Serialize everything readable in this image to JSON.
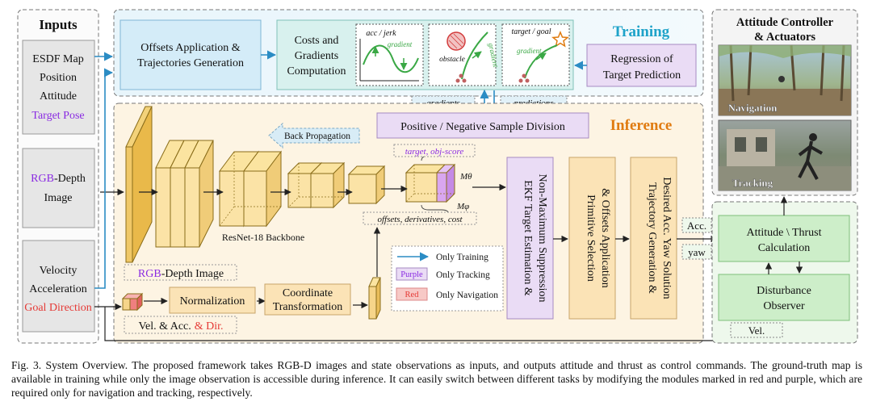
{
  "inputs": {
    "title": "Inputs",
    "box1": [
      "ESDF Map",
      "Position",
      "Attitude"
    ],
    "box1_purple": "Target Pose",
    "box2_purple": "RGB",
    "box2_rest": "-Depth",
    "box2_line2": "Image",
    "box3": [
      "Velocity",
      "Acceleration"
    ],
    "box3_red": "Goal Direction"
  },
  "training": {
    "title": "Training",
    "offsets_line1": "Offsets Application &",
    "offsets_line2": "Trajectories Generation",
    "costs_line1": "Costs and",
    "costs_line2": "Gradients",
    "costs_line3": "Computation",
    "plot1_label": "acc / jerk",
    "plot1_gradient": "gradient",
    "plot2_obstacle": "obstacle",
    "plot2_gradient": "gradient",
    "plot3_label": "target / goal",
    "plot3_gradient": "gradient",
    "regression_line1": "Regression of",
    "regression_line2": "Target Prediction",
    "tag_gradients": "gradients",
    "tag_predictions": "predictions"
  },
  "inference": {
    "title": "Inference",
    "pos_neg": "Positive / Negative Sample Division",
    "back_prop": "Back Propagation",
    "target_score": "target, obj-score",
    "m_theta": "Mθ",
    "m_phi": "Mφ",
    "offsets_tag": "offsets, derivatives, cost",
    "backbone": "ResNet-18 Backbone",
    "rgbd_purple": "RGB",
    "rgbd_rest": "-Depth Image",
    "normalization": "Normalization",
    "coord_line1": "Coordinate",
    "coord_line2": "Transformation",
    "vel_acc": "Vel. & Acc.",
    "dir_red": "& Dir.",
    "ekf_line1": "EKF Target Estimation &",
    "ekf_line2": "Non-Maximum Suppression",
    "prim_line1": "Primitive Selection",
    "prim_line2": "& Offsets Application",
    "traj_line1": "Trajectory Generation &",
    "traj_line2": "Desired Acc. Yaw Solution",
    "legend_training": "Only Training",
    "legend_purple_tag": "Purple",
    "legend_tracking": "Only Tracking",
    "legend_red_tag": "Red",
    "legend_navigation": "Only Navigation"
  },
  "controller": {
    "title_line1": "Attitude Controller",
    "title_line2": "& Actuators",
    "photo_nav": "Navigation",
    "photo_track": "Tracking",
    "acc": "Acc.",
    "yaw": "yaw",
    "thrust_line1": "Attitude \\ Thrust",
    "thrust_line2": "Calculation",
    "dist_line1": "Disturbance",
    "dist_line2": "Observer",
    "vel": "Vel."
  },
  "caption": "Fig. 3. System Overview. The proposed framework takes RGB-D images and state observations as inputs, and outputs attitude and thrust as control commands. The ground-truth map is available in training while only the image observation is accessible during inference. It can easily switch between different tasks by modifying the modules marked in red and purple, which are required only for navigation and tracking, respectively.",
  "colors": {
    "purple": "#8a2be2",
    "red": "#e53935",
    "blue_arrow": "#2b8cc4",
    "orange_title": "#e07b10",
    "training_title": "#1fa3c9"
  }
}
